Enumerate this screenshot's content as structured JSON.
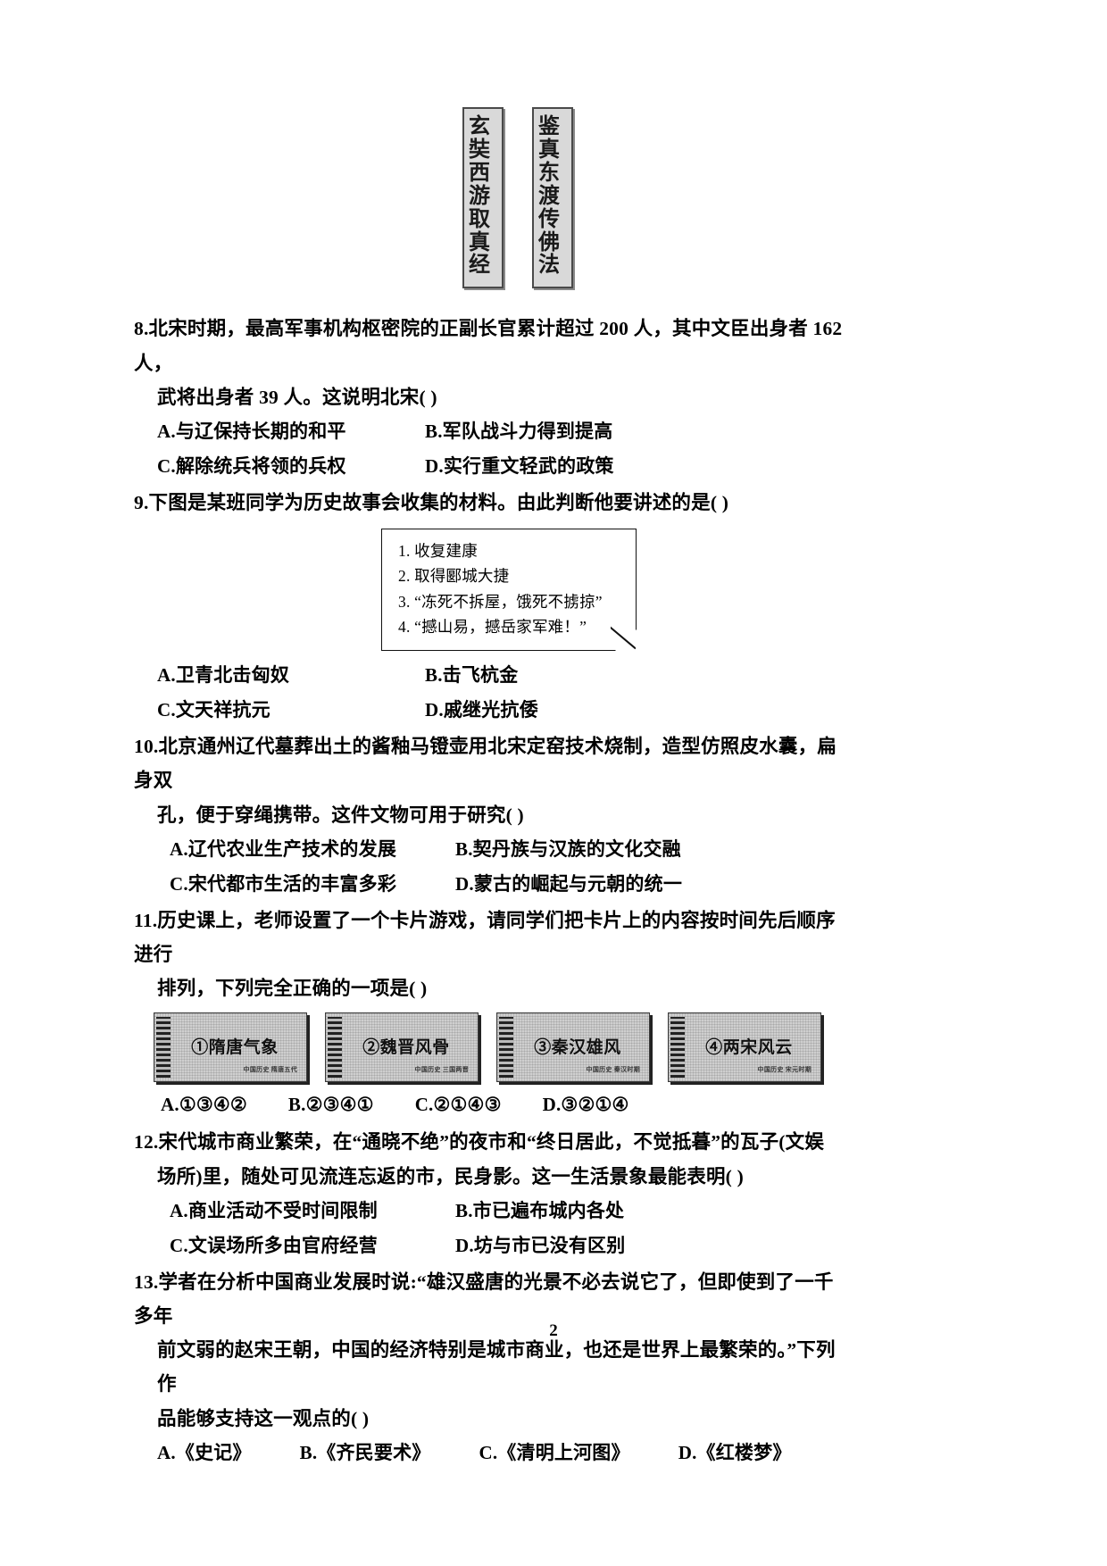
{
  "page": {
    "number": "2"
  },
  "banners": [
    {
      "name": "banner-xuanzang",
      "text": "玄奘西游取真经"
    },
    {
      "name": "banner-jianzhen",
      "text": "鉴真东渡传佛法"
    }
  ],
  "questions": [
    {
      "number": "8",
      "stem": "8.北宋时期，最高军事机构枢密院的正副长官累计超过 200 人，其中文臣出身者 162 人，",
      "stem_cont": "武将出身者 39 人。这说明北宋(    )",
      "options": [
        "A.与辽保持长期的和平",
        "B.军队战斗力得到提高",
        "C.解除统兵将领的兵权",
        "D.实行重文轻武的政策"
      ]
    },
    {
      "number": "9",
      "stem": "9.下图是某班同学为历史故事会收集的材料。由此判断他要讲述的是(    )",
      "notecard": [
        "1. 收复建康",
        "2. 取得郾城大捷",
        "3. “冻死不拆屋，饿死不掳掠”",
        "4. “撼山易，撼岳家军难！”"
      ],
      "options": [
        "A.卫青北击匈奴",
        "B.击飞杭金",
        "C.文天祥抗元",
        "D.戚继光抗倭"
      ]
    },
    {
      "number": "10",
      "stem": "10.北京通州辽代墓葬出土的酱釉马镫壶用北宋定窑技术烧制，造型仿照皮水囊，扁身双",
      "stem_cont": "孔，便于穿绳携带。这件文物可用于研究(    )",
      "options": [
        "A.辽代农业生产技术的发展",
        "B.契丹族与汉族的文化交融",
        "C.宋代都市生活的丰富多彩",
        "D.蒙古的崛起与元朝的统一"
      ]
    },
    {
      "number": "11",
      "stem": "11.历史课上，老师设置了一个卡片游戏，请同学们把卡片上的内容按时间先后顺序进行",
      "stem_cont": "排列，下列完全正确的一项是(    )",
      "cards": [
        {
          "label": "①隋唐气象",
          "sub": "中国历史 隋唐五代"
        },
        {
          "label": "②魏晋风骨",
          "sub": "中国历史 三国两晋"
        },
        {
          "label": "③秦汉雄风",
          "sub": "中国历史 秦汉时期"
        },
        {
          "label": "④两宋风云",
          "sub": "中国历史 宋元时期"
        }
      ],
      "options": [
        "A.①③④②",
        "B.②③④①",
        "C.②①④③",
        "D.③②①④"
      ]
    },
    {
      "number": "12",
      "stem": "12.宋代城市商业繁荣，在“通晓不绝”的夜市和“终日居此，不觉抵暮”的瓦子(文娱",
      "stem_cont": "场所)里，随处可见流连忘返的市，民身影。这一生活景象最能表明(    )",
      "options": [
        "A.商业活动不受时间限制",
        "B.市已遍布城内各处",
        "C.文误场所多由官府经营",
        "D.坊与市已没有区别"
      ]
    },
    {
      "number": "13",
      "stem": "13.学者在分析中国商业发展时说:“雄汉盛唐的光景不必去说它了，但即使到了一千多年",
      "stem_cont2": "前文弱的赵宋王朝，中国的经济特别是城市商业，也还是世界上最繁荣的。”下列作",
      "stem_cont3": "品能够支持这一观点的(    )",
      "options": [
        "A.《史记》",
        "B.《齐民要术》",
        "C.《清明上河图》",
        "D.《红楼梦》"
      ]
    }
  ]
}
